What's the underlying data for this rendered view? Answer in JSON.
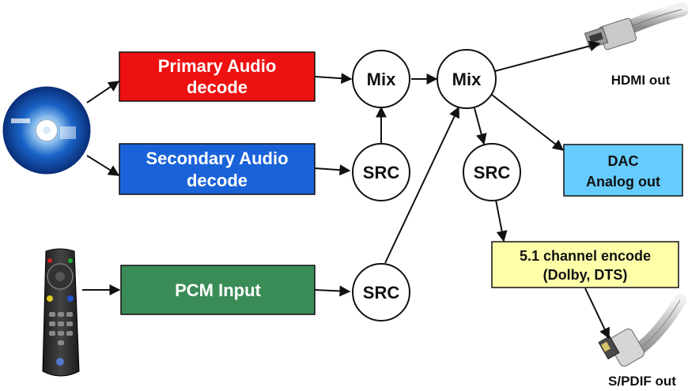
{
  "blocks": {
    "primary": {
      "lines": [
        "Primary Audio",
        "decode"
      ],
      "fill": "#ee1111",
      "text_color": "#ffffff"
    },
    "secondary": {
      "lines": [
        "Secondary Audio",
        "decode"
      ],
      "fill": "#1a62d8",
      "text_color": "#ffffff"
    },
    "pcm": {
      "lines": [
        "PCM Input"
      ],
      "fill": "#3a8c57",
      "text_color": "#ffffff"
    },
    "dac": {
      "lines": [
        "DAC",
        "Analog out"
      ],
      "fill": "#66ccff",
      "text_color": "#111111"
    },
    "encode": {
      "lines": [
        "5.1 channel encode",
        "(Dolby, DTS)"
      ],
      "fill": "#ffffaa",
      "text_color": "#111111"
    }
  },
  "nodes": {
    "mix1": "Mix",
    "mix2": "Mix",
    "src_secondary": "SRC",
    "src_pcm": "SRC",
    "src_out": "SRC"
  },
  "outputs": {
    "hdmi": "HDMI out",
    "spdif": "S/PDIF out"
  },
  "icons": {
    "disc": "bluray-disc-icon",
    "remote": "remote-control-icon",
    "hdmi": "hdmi-cable-icon",
    "optical": "optical-cable-icon"
  }
}
